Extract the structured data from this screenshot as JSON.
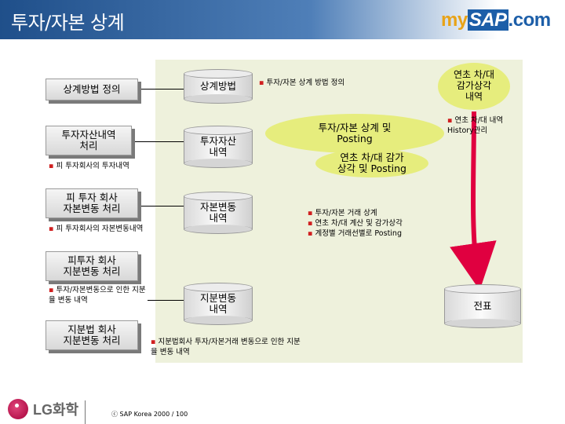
{
  "header": {
    "title": "투자/자본 상계"
  },
  "brand": {
    "my": "my",
    "sap": "SAP",
    "com": ".com"
  },
  "left_boxes": [
    "상계방법 정의",
    "투자자산내역\n처리",
    "피 투자 회사\n자본변동 처리",
    "피투자 회사\n지분변동 처리",
    "지분법 회사\n지분변동 처리"
  ],
  "left_notes": [
    "피 투자회사의 투자내역",
    "피 투자회사의 자본변동내역",
    "투자/자본변동으로 인한 지분 율 변동 내역"
  ],
  "center_nodes": [
    "상계방법",
    "투자자산\n내역",
    "자본변동\n내역",
    "지분변동\n내역"
  ],
  "center_note": "지분법회사 투자/자본거래 변동으로 인한 지분 율 변동 내역",
  "top_note": "투자/자본 상계 방법 정의",
  "process_ellipses": [
    "투자/자본 상계 및\nPosting",
    "연초 차/대 감가\n상각 및 Posting"
  ],
  "process_notes": [
    "투자/자본 거래 상계",
    "연초 차/대 계산 및 감가상각",
    "계정별 거래선별로 Posting"
  ],
  "right": {
    "ellipse": "연초 차/대\n감가상각\n내역",
    "note": "연초 차/대 내역\nHistory관리",
    "document": "전표"
  },
  "colors": {
    "panel": "#eef1dc",
    "ellipse": "#e6ed7d",
    "bullet": "#d02020",
    "arrow": "#e00040"
  },
  "footer": {
    "company": "LG화학",
    "copyright": "ⓒ   SAP Korea 2000  /   100"
  }
}
